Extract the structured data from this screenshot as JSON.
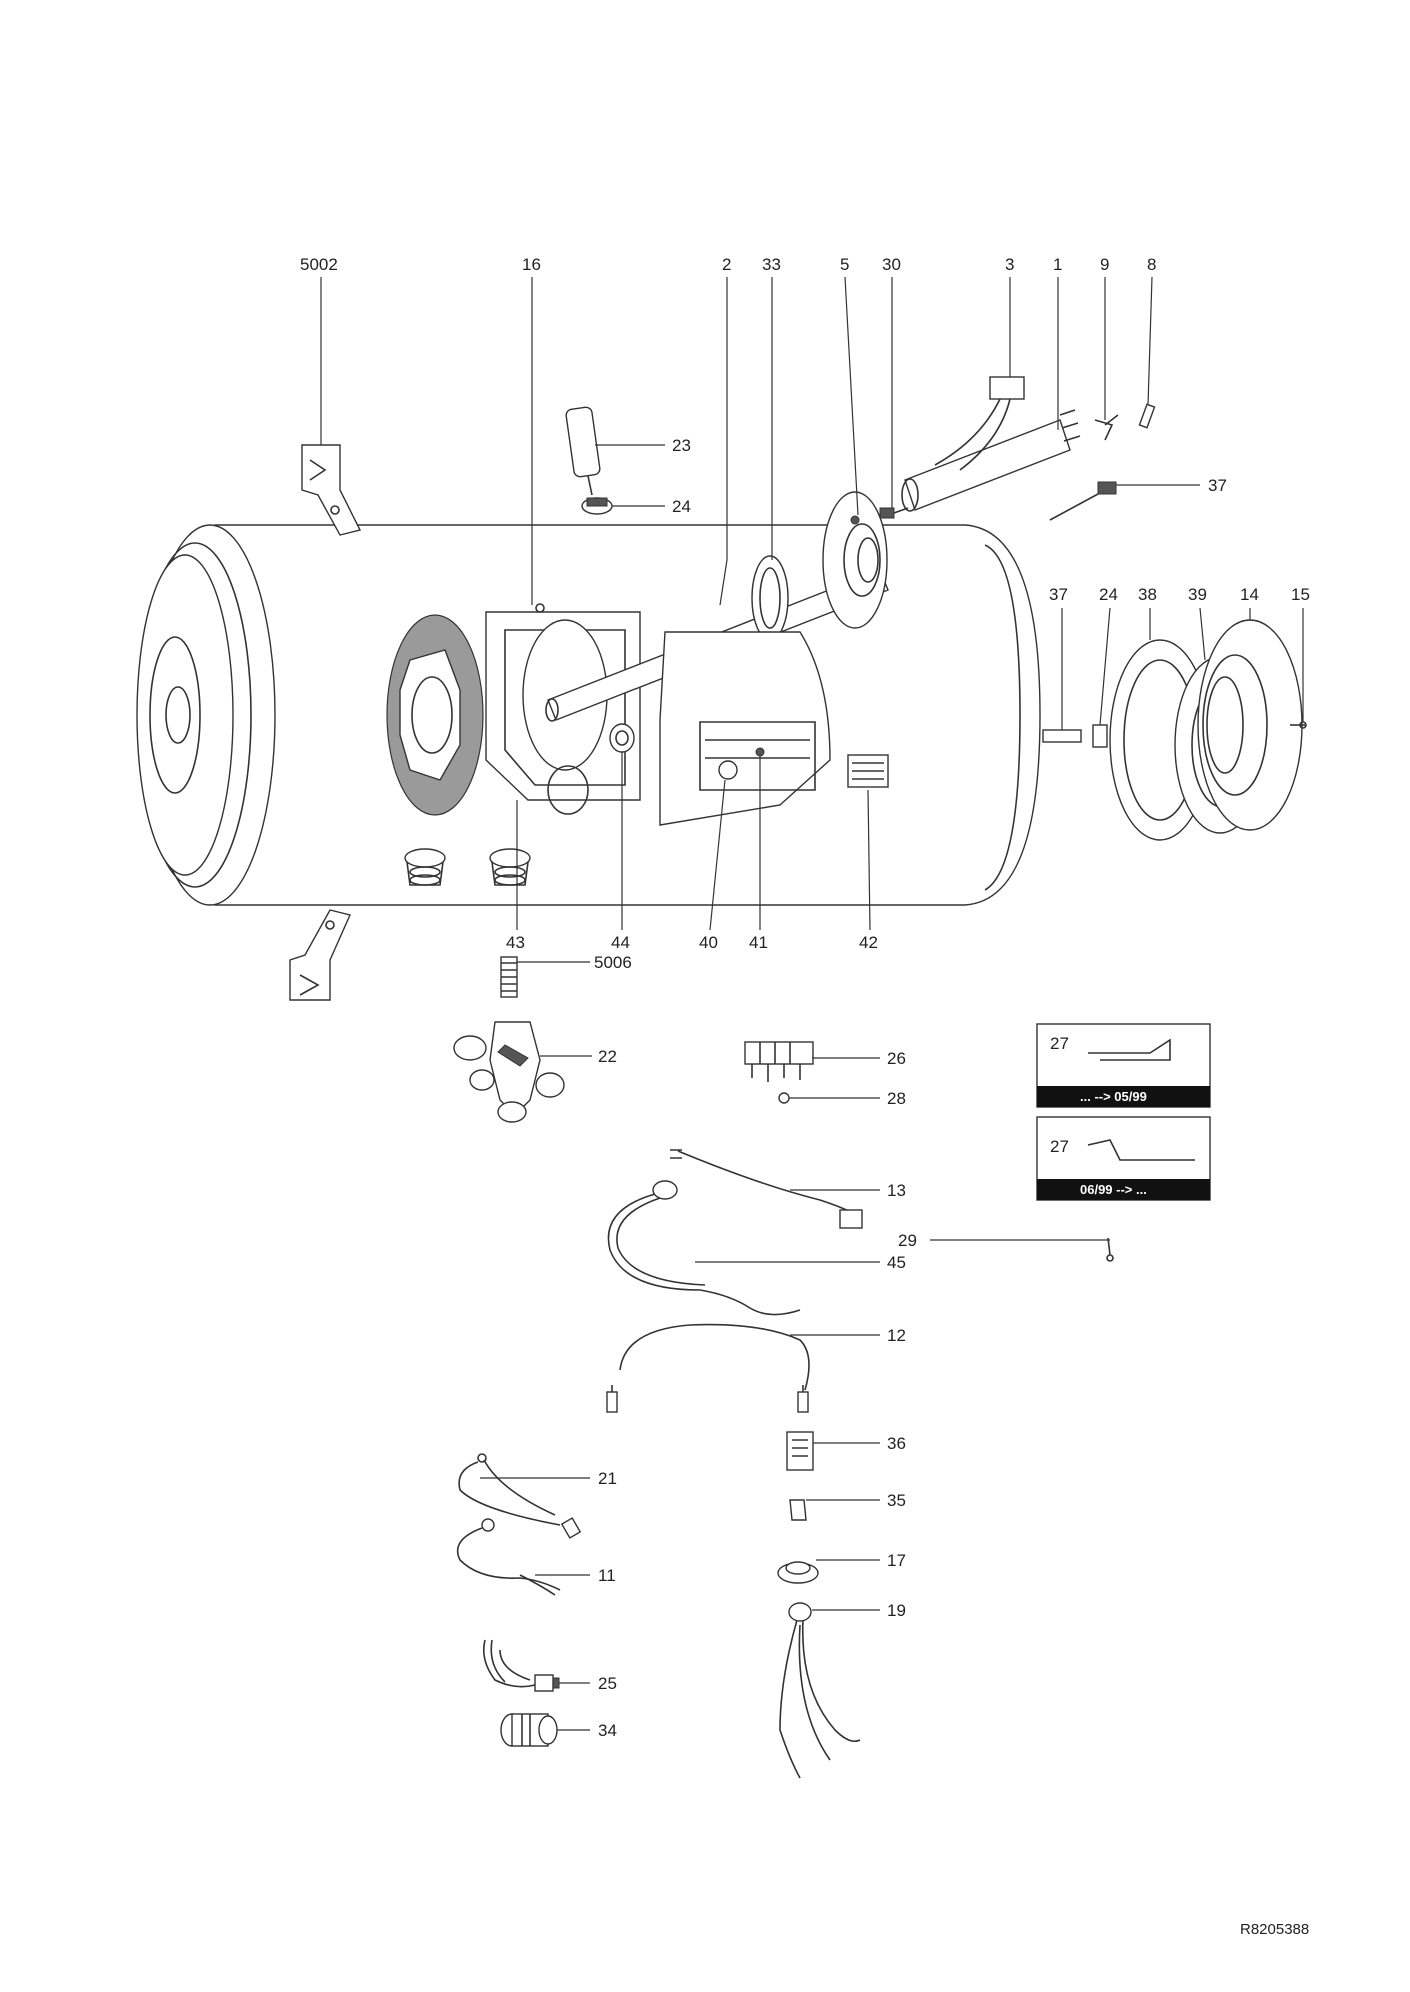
{
  "reference": "R8205388",
  "top_callouts": [
    "5002",
    "16",
    "2",
    "33",
    "5",
    "30",
    "3",
    "1",
    "9",
    "8"
  ],
  "right_callouts_upper": [
    "37",
    "24",
    "38",
    "39",
    "14",
    "15"
  ],
  "side_callouts": [
    "23",
    "24",
    "37"
  ],
  "bottom_callouts": [
    "43",
    "44",
    "40",
    "41",
    "42",
    "5006"
  ],
  "parts_callouts": [
    "22",
    "26",
    "28",
    "13",
    "29",
    "45",
    "12",
    "36",
    "21",
    "35",
    "11",
    "17",
    "19",
    "25",
    "34"
  ],
  "variant_boxes": [
    {
      "number": "27",
      "caption": "... --> 05/99"
    },
    {
      "number": "27",
      "caption": "06/99 --> ..."
    }
  ]
}
